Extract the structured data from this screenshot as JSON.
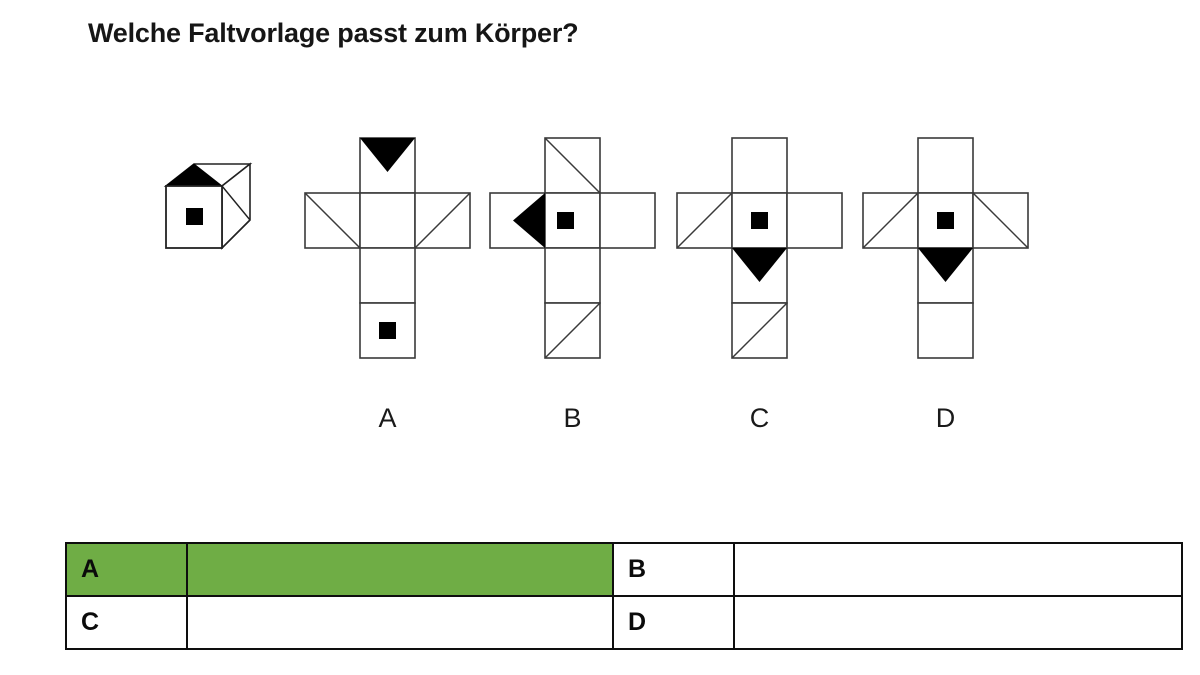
{
  "page": {
    "title": "Welche Faltvorlage passt zum Körper?",
    "background_color": "#ffffff",
    "ink_color": "#111111",
    "highlight_color": "#6fad45"
  },
  "figure": {
    "solid": {
      "name": "reference-cube",
      "description": "Isometrischer Würfel",
      "faces": {
        "front": "black-square",
        "top": "black-triangle",
        "right": "diagonal-triangle-outline"
      }
    },
    "options": [
      {
        "id": "A",
        "label": "A",
        "name": "option-a",
        "cells": [
          {
            "row": 0,
            "col": 1,
            "mark": "triangle-down-filled-top"
          },
          {
            "row": 1,
            "col": 0,
            "mark": "diagonal-tl-br"
          },
          {
            "row": 1,
            "col": 1,
            "mark": "empty"
          },
          {
            "row": 1,
            "col": 2,
            "mark": "diagonal-bl-tr"
          },
          {
            "row": 2,
            "col": 1,
            "mark": "empty"
          },
          {
            "row": 3,
            "col": 1,
            "mark": "black-square"
          }
        ]
      },
      {
        "id": "B",
        "label": "B",
        "name": "option-b",
        "cells": [
          {
            "row": 0,
            "col": 1,
            "mark": "diagonal-tl-br"
          },
          {
            "row": 1,
            "col": 0,
            "mark": "empty"
          },
          {
            "row": 1,
            "col": 1,
            "mark": "black-square-and-triangle-left"
          },
          {
            "row": 1,
            "col": 2,
            "mark": "empty"
          },
          {
            "row": 2,
            "col": 1,
            "mark": "empty"
          },
          {
            "row": 3,
            "col": 1,
            "mark": "diagonal-bl-tr"
          }
        ]
      },
      {
        "id": "C",
        "label": "C",
        "name": "option-c",
        "cells": [
          {
            "row": 0,
            "col": 1,
            "mark": "empty"
          },
          {
            "row": 1,
            "col": 0,
            "mark": "diagonal-bl-tr"
          },
          {
            "row": 1,
            "col": 1,
            "mark": "black-square"
          },
          {
            "row": 1,
            "col": 2,
            "mark": "empty"
          },
          {
            "row": 2,
            "col": 1,
            "mark": "triangle-down-filled-top"
          },
          {
            "row": 3,
            "col": 1,
            "mark": "diagonal-bl-tr"
          }
        ]
      },
      {
        "id": "D",
        "label": "D",
        "name": "option-d",
        "cells": [
          {
            "row": 0,
            "col": 1,
            "mark": "empty"
          },
          {
            "row": 1,
            "col": 0,
            "mark": "diagonal-bl-tr"
          },
          {
            "row": 1,
            "col": 1,
            "mark": "black-square"
          },
          {
            "row": 1,
            "col": 2,
            "mark": "diagonal-tl-br"
          },
          {
            "row": 2,
            "col": 1,
            "mark": "triangle-down-filled-top"
          },
          {
            "row": 3,
            "col": 1,
            "mark": "empty"
          }
        ]
      }
    ]
  },
  "answer_table": {
    "name": "answer-grid",
    "rows": [
      {
        "cells": [
          {
            "key": "A",
            "value": "",
            "highlighted": true
          },
          {
            "key": "B",
            "value": "",
            "highlighted": false
          }
        ]
      },
      {
        "cells": [
          {
            "key": "C",
            "value": "",
            "highlighted": false
          },
          {
            "key": "D",
            "value": "",
            "highlighted": false
          }
        ]
      }
    ]
  }
}
